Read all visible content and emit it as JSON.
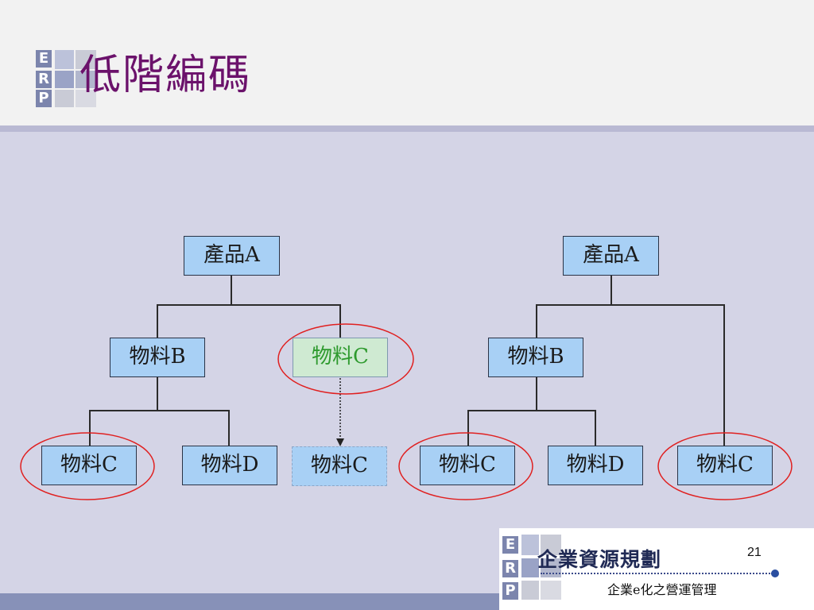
{
  "slide": {
    "title": "低階編碼",
    "page_number": "21"
  },
  "logo": {
    "letters": [
      "E",
      "R",
      "P"
    ]
  },
  "footer": {
    "brand": "企業資源規劃",
    "tagline": "企業e化之營運管理"
  },
  "diagram": {
    "left_tree": {
      "root": "產品A",
      "level1": [
        "物料B",
        "物料C"
      ],
      "level2": [
        "物料C",
        "物料D"
      ],
      "lowered": "物料C"
    },
    "right_tree": {
      "root": "產品A",
      "level1": [
        "物料B"
      ],
      "level2": [
        "物料C",
        "物料D",
        "物料C"
      ]
    }
  },
  "colors": {
    "title": "#6b126b",
    "node_fill": "#a8d0f5",
    "moved_node_fill": "#cfead2",
    "moved_node_text": "#2e9a2e",
    "highlight_ring": "#e02020",
    "background": "#d4d4e6"
  }
}
